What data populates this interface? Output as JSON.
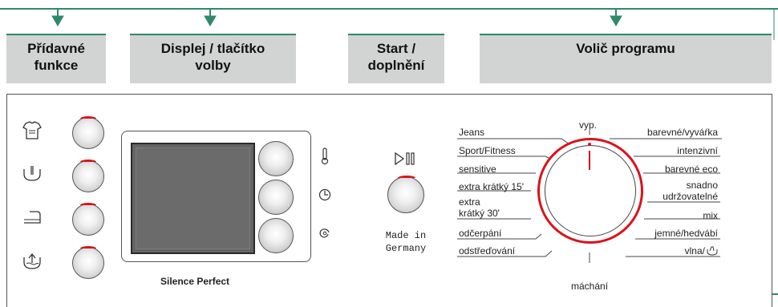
{
  "callouts": {
    "extra": "Přídavné funkce",
    "extra_l1": "Přídavné",
    "extra_l2": "funkce",
    "display_l1": "Displej / tlačítko",
    "display_l2": "volby",
    "start_l1": "Start /",
    "start_l2": "doplnění",
    "selector": "Volič programu"
  },
  "panel": {
    "brand": "Silence Perfect",
    "start_symbol": "▷⏸",
    "made_in_l1": "Made in",
    "made_in_l2": "Germany"
  },
  "extra_functions": [
    {
      "icon": "shirt-icon"
    },
    {
      "icon": "water-drop-icon"
    },
    {
      "icon": "iron-icon"
    },
    {
      "icon": "rinse-tub-icon"
    }
  ],
  "display_buttons": [
    {
      "icon": "thermometer-icon",
      "glyph": "🌡"
    },
    {
      "icon": "clock-icon",
      "glyph": "◷"
    },
    {
      "icon": "spin-icon",
      "glyph": "@"
    }
  ],
  "programs": {
    "top": "vyp.",
    "bottom": "máchání",
    "left": [
      "Jeans",
      "Sport/Fitness",
      "sensitive",
      "extra krátký 15'",
      "extra",
      "krátký 30'",
      "odčerpání",
      "odstřeďování"
    ],
    "right": [
      "barevné/vyváŕka",
      "intenzivní",
      "barevné eco",
      "snadno",
      "udržovatelné",
      "mix",
      "jemné/hedvábí",
      "vlna/"
    ]
  },
  "colors": {
    "accent": "#2f8a6a",
    "knob_mark": "#d9121b",
    "callout_bg": "#d2d4d3"
  }
}
